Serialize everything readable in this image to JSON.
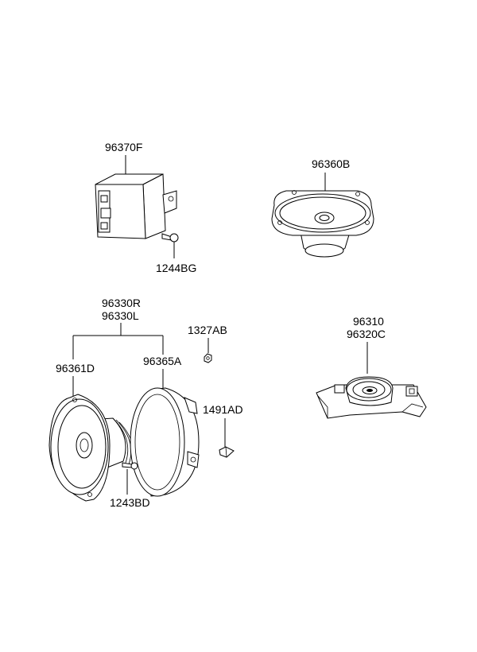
{
  "labels": {
    "amp": "96370F",
    "amp_screw": "1244BG",
    "rear_speaker": "96360B",
    "front_speaker_r": "96330R",
    "front_speaker_l": "96330L",
    "nut": "1327AB",
    "speaker_unit": "96361D",
    "cover": "96365A",
    "clip": "1491AD",
    "screw": "1243BD",
    "tweeter": "96310",
    "tweeter_c": "96320C"
  }
}
